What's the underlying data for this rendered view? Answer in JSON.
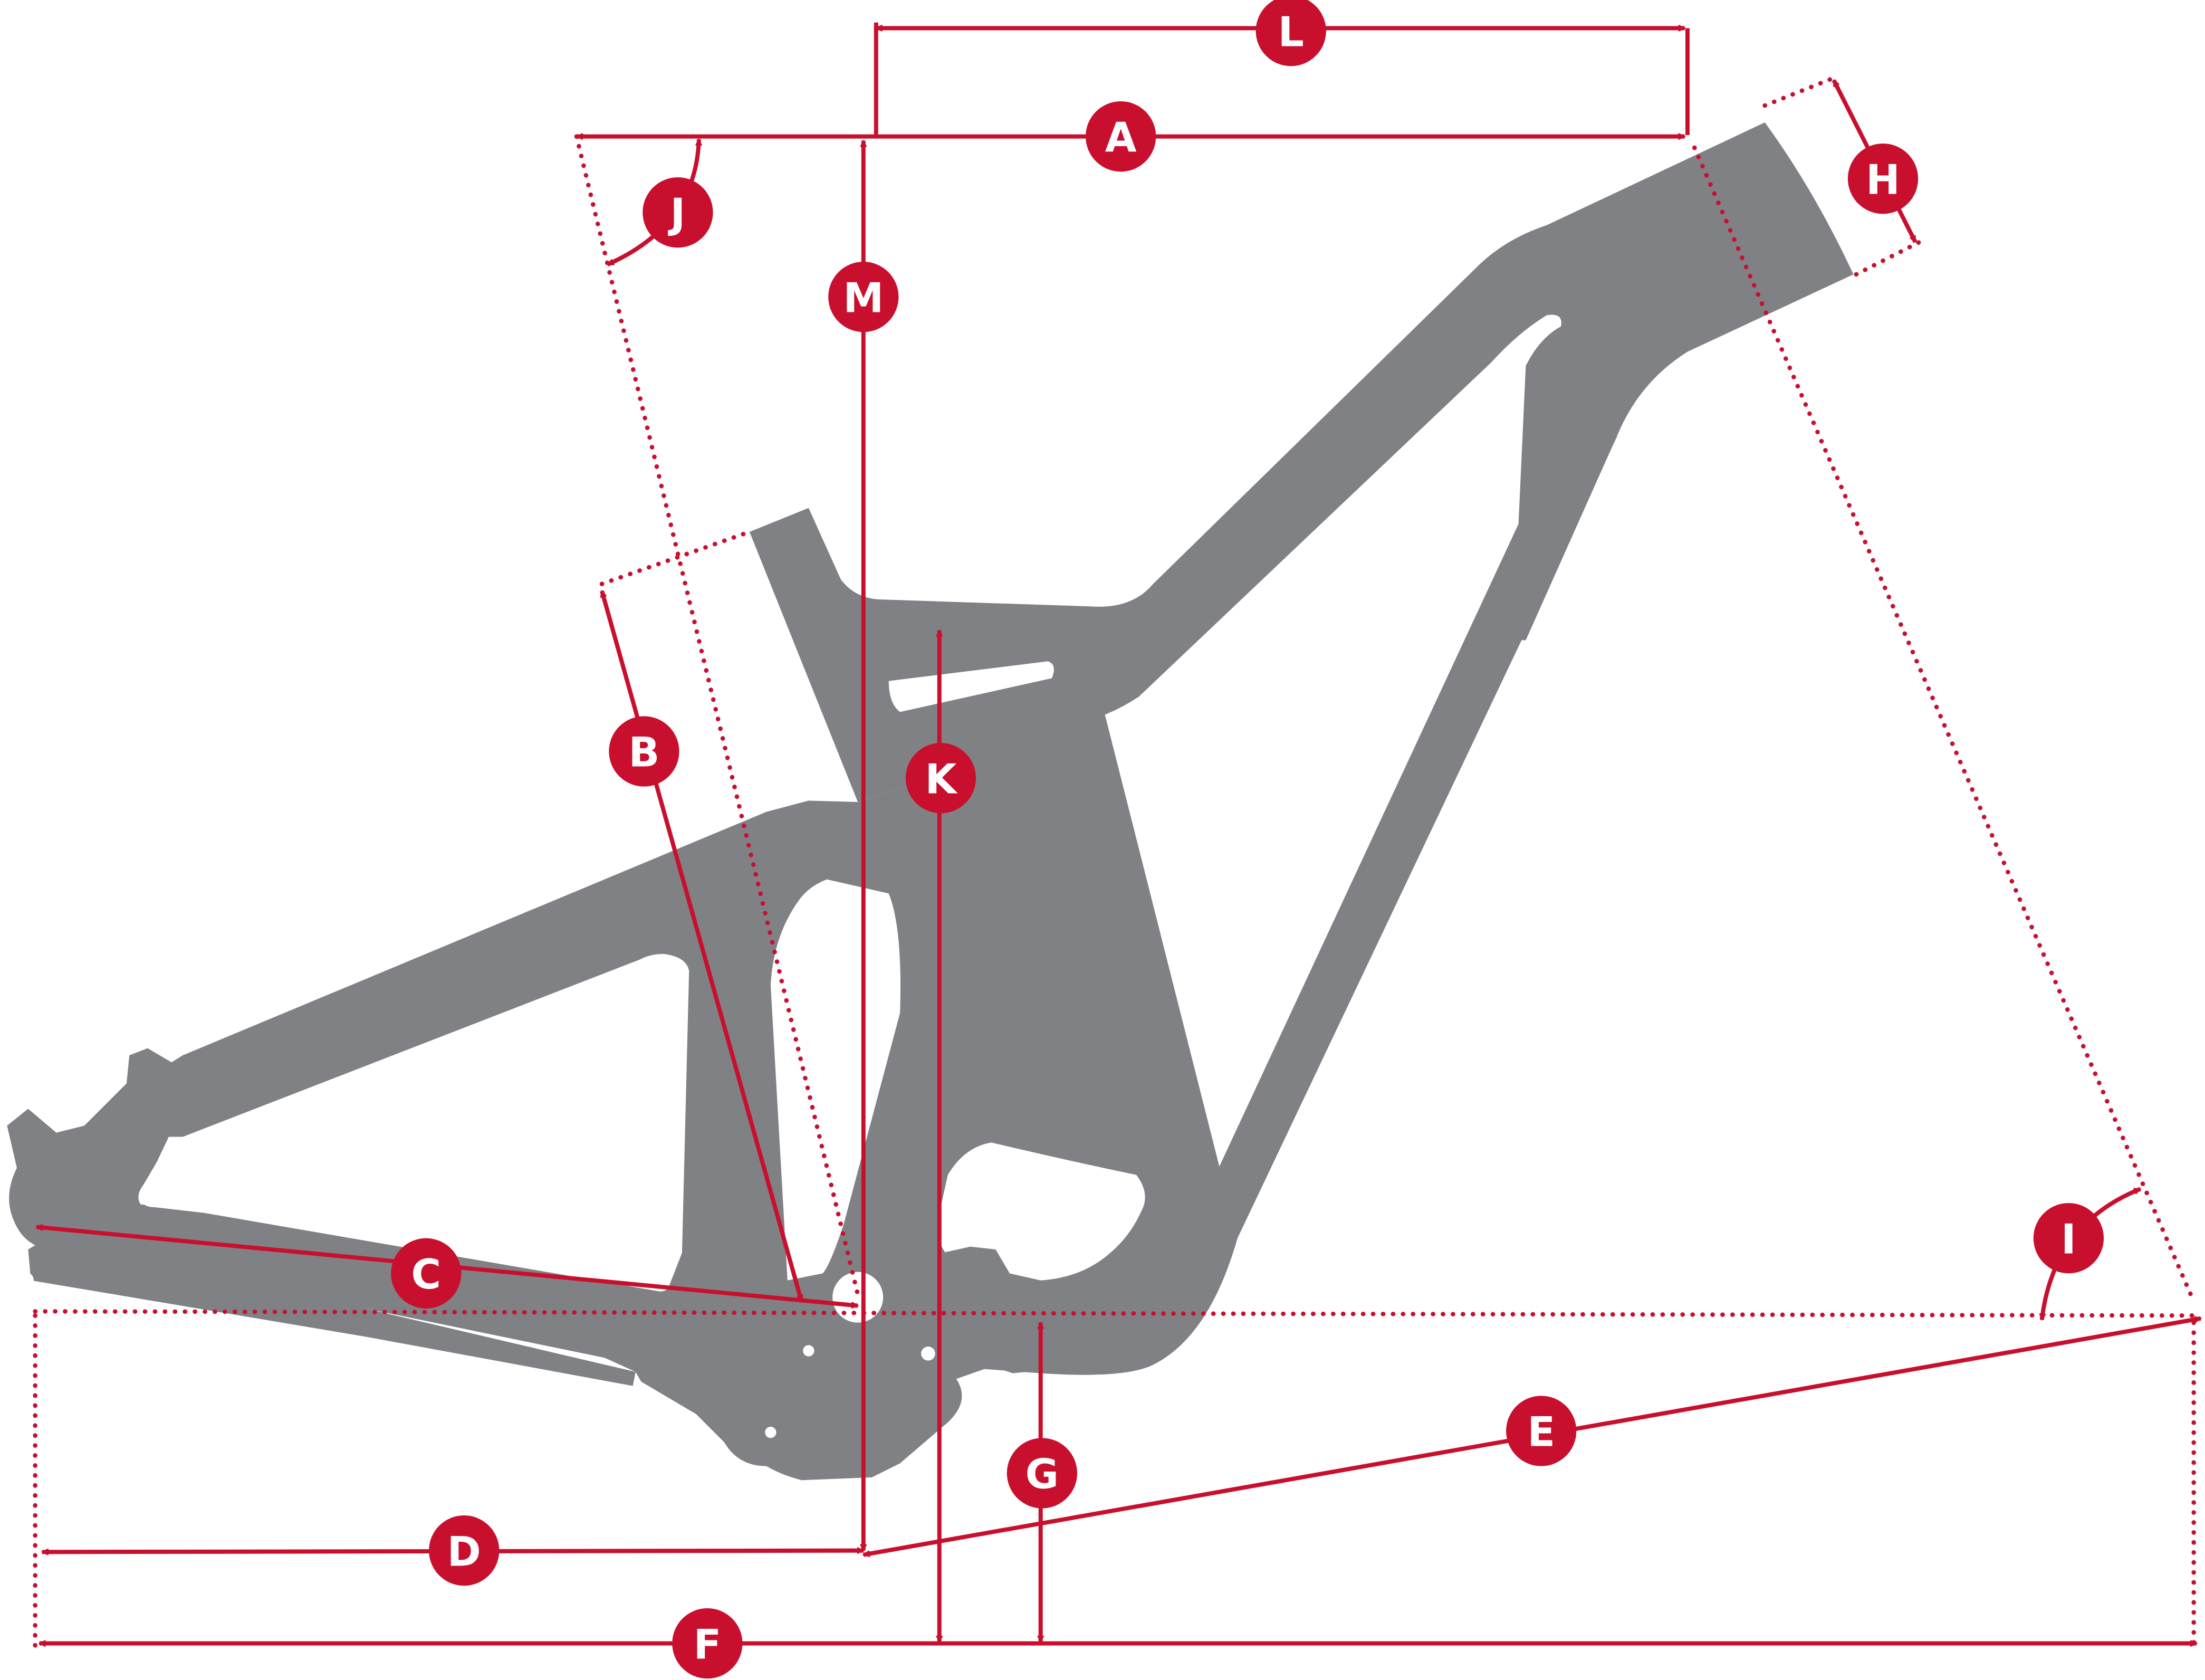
{
  "colors": {
    "frame": "#808184",
    "accent": "#c8102e",
    "background": "#ffffff",
    "badge_text": "#ffffff"
  },
  "labels": {
    "A": "A",
    "B": "B",
    "C": "C",
    "D": "D",
    "E": "E",
    "F": "F",
    "G": "G",
    "H": "H",
    "I": "I",
    "J": "J",
    "K": "K",
    "L": "L",
    "M": "M"
  }
}
